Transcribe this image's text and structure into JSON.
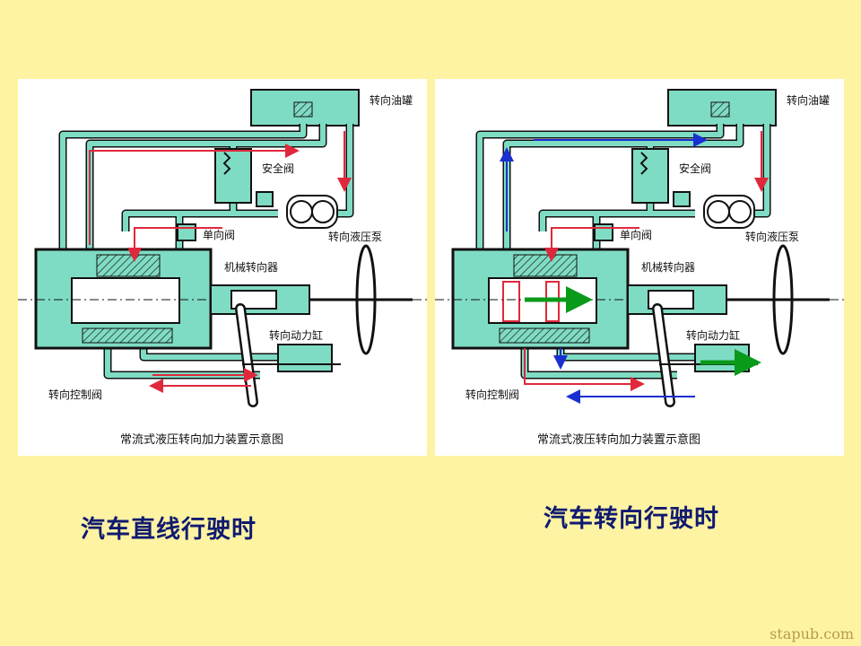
{
  "colors": {
    "background": "#fdf3a2",
    "fluid": "#7fdcc4",
    "outline": "#111111",
    "pressure_flow": "#e0283c",
    "return_flow": "#1a2fd0",
    "motion_arrow": "#0a9a1a",
    "caption": "#101a70"
  },
  "panels": [
    {
      "id": "straight",
      "labels": {
        "reservoir": "转向油罐",
        "safety_valve": "安全阀",
        "check_valve": "单向阀",
        "pump": "转向液压泵",
        "gear": "机械转向器",
        "cylinder": "转向动力缸",
        "control_valve": "转向控制阀"
      },
      "caption": "常流式液压转向加力装置示意图"
    },
    {
      "id": "turning",
      "labels": {
        "reservoir": "转向油罐",
        "safety_valve": "安全阀",
        "check_valve": "单向阀",
        "pump": "转向液压泵",
        "gear": "机械转向器",
        "cylinder": "转向动力缸",
        "control_valve": "转向控制阀"
      },
      "caption": "常流式液压转向加力装置示意图"
    }
  ],
  "captions": {
    "left": "汽车直线行驶时",
    "right": "汽车转向行驶时"
  },
  "watermark": "stapub.com"
}
